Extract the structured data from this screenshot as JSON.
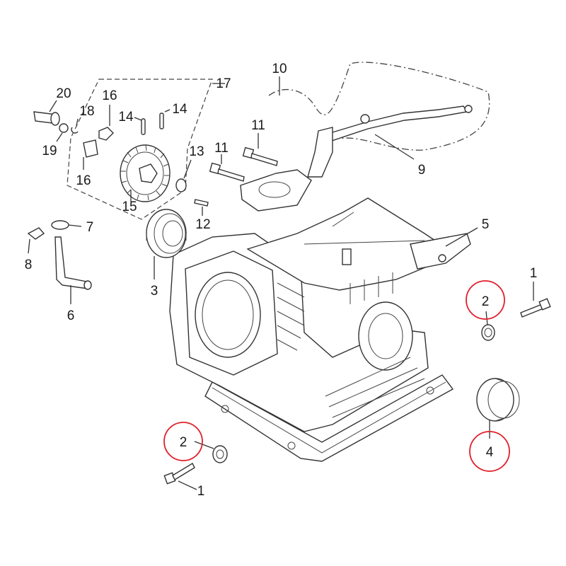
{
  "colors": {
    "line": "#333333",
    "highlight": "#e0202a",
    "background": "#ffffff"
  },
  "callouts": [
    {
      "id": "c1a",
      "text": "1"
    },
    {
      "id": "c1b",
      "text": "1"
    },
    {
      "id": "c2a",
      "text": "2"
    },
    {
      "id": "c2b",
      "text": "2"
    },
    {
      "id": "c3",
      "text": "3"
    },
    {
      "id": "c4",
      "text": "4"
    },
    {
      "id": "c5",
      "text": "5"
    },
    {
      "id": "c6",
      "text": "6"
    },
    {
      "id": "c7",
      "text": "7"
    },
    {
      "id": "c8",
      "text": "8"
    },
    {
      "id": "c9",
      "text": "9"
    },
    {
      "id": "c10",
      "text": "10"
    },
    {
      "id": "c11a",
      "text": "11"
    },
    {
      "id": "c11b",
      "text": "11"
    },
    {
      "id": "c12",
      "text": "12"
    },
    {
      "id": "c13",
      "text": "13"
    },
    {
      "id": "c14a",
      "text": "14"
    },
    {
      "id": "c14b",
      "text": "14"
    },
    {
      "id": "c15",
      "text": "15"
    },
    {
      "id": "c16a",
      "text": "16"
    },
    {
      "id": "c16b",
      "text": "16"
    },
    {
      "id": "c17",
      "text": "17"
    },
    {
      "id": "c18",
      "text": "18"
    },
    {
      "id": "c19",
      "text": "19"
    },
    {
      "id": "c20",
      "text": "20"
    }
  ]
}
